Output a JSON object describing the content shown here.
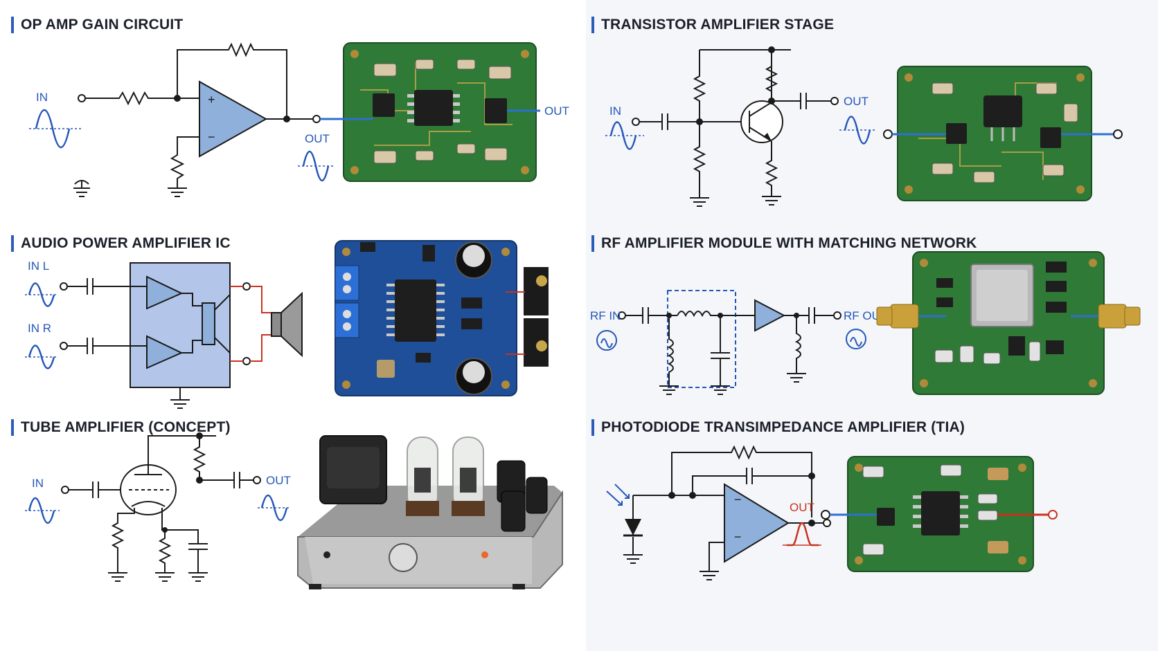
{
  "panels": [
    {
      "title": "OP AMP GAIN CIRCUIT",
      "labels": {
        "in": "IN",
        "out_schematic": "OUT",
        "out_board": "OUT"
      }
    },
    {
      "title": "TRANSISTOR AMPLIFIER STAGE",
      "labels": {
        "in": "IN",
        "out": "OUT"
      }
    },
    {
      "title": "AUDIO POWER AMPLIFIER IC",
      "labels": {
        "in_l": "IN L",
        "in_r": "IN R"
      }
    },
    {
      "title": "RF AMPLIFIER MODULE WITH MATCHING NETWORK",
      "labels": {
        "rf_in": "RF IN",
        "rf_out": "RF OUT"
      }
    },
    {
      "title": "TUBE AMPLIFIER (CONCEPT)",
      "labels": {
        "in": "IN",
        "out": "OUT"
      }
    },
    {
      "title": "PHOTODIODE TRANSIMPEDANCE AMPLIFIER (TIA)",
      "labels": {
        "out": "OUT"
      }
    }
  ],
  "colors": {
    "schematic_line": "#1a1a1a",
    "signal_blue": "#2456b8",
    "signal_red": "#c8321f",
    "opamp_fill": "#8fb0da",
    "pcb_green": "#2f7a36",
    "pcb_blue": "#1f4f98",
    "title_bar": "#2b5cb8"
  }
}
